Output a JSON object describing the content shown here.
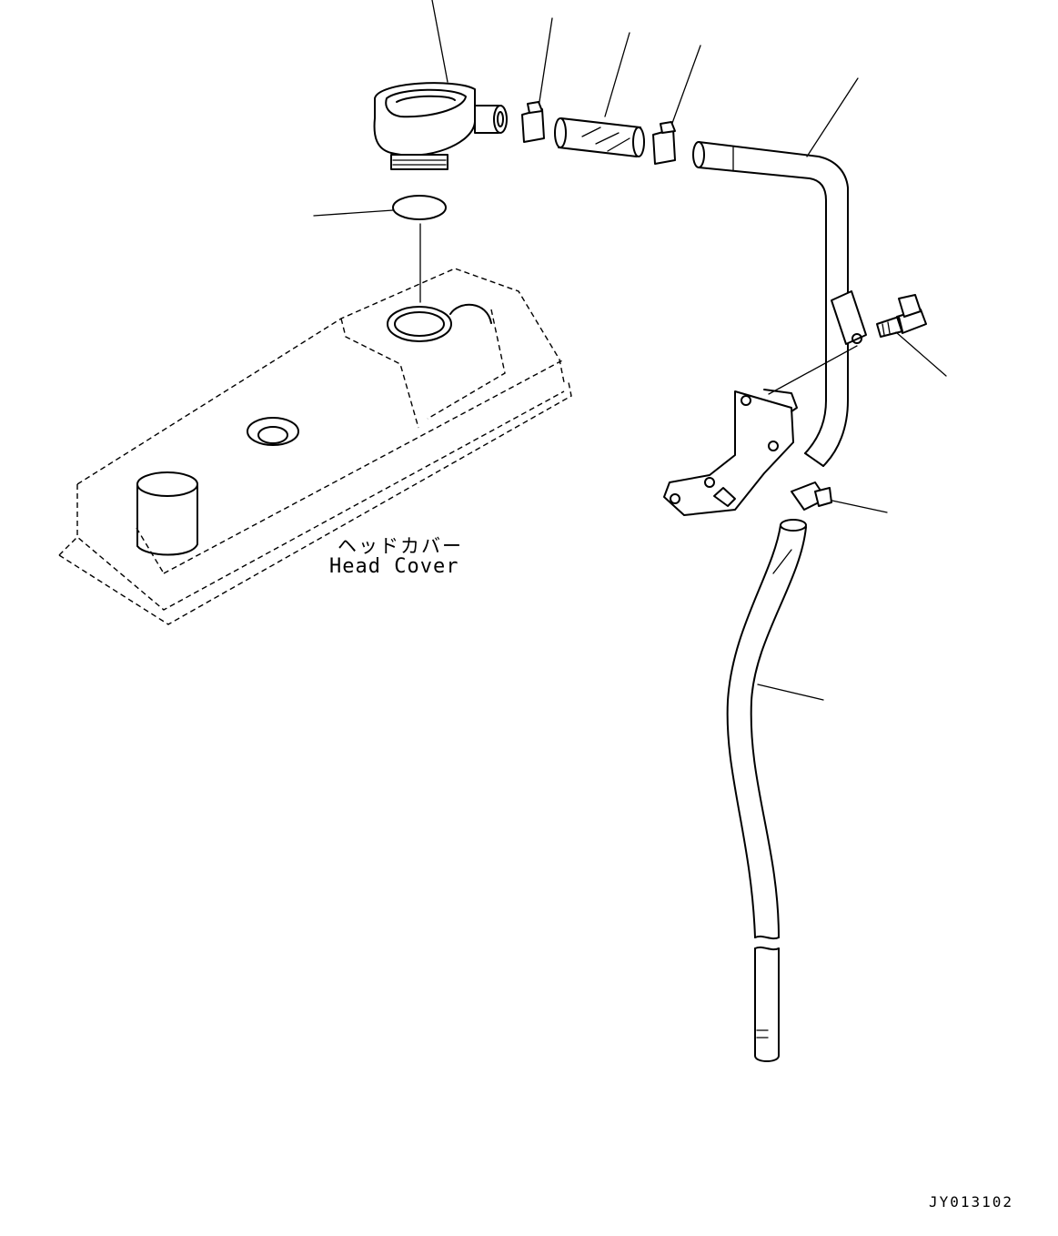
{
  "labels": {
    "head_cover_jp": "ヘッドカバー",
    "head_cover_en": "Head Cover"
  },
  "drawing_code": "JY013102"
}
